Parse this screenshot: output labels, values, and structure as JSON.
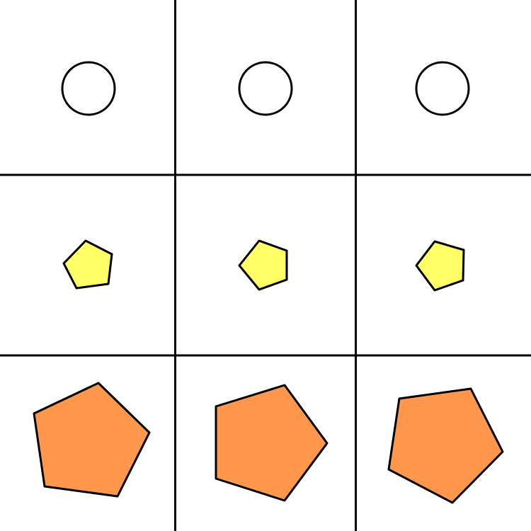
{
  "grid": {
    "rows": 3,
    "columns": 3,
    "line_color": "#000000",
    "background": "#ffffff"
  },
  "cells": [
    {
      "row": 1,
      "col": 1,
      "shape": "circle",
      "fill": "none",
      "stroke": "#000000"
    },
    {
      "row": 1,
      "col": 2,
      "shape": "circle",
      "fill": "none",
      "stroke": "#000000"
    },
    {
      "row": 1,
      "col": 3,
      "shape": "circle",
      "fill": "none",
      "stroke": "#000000"
    },
    {
      "row": 2,
      "col": 1,
      "shape": "pentagon",
      "fill": "#ffff66",
      "stroke": "#000000"
    },
    {
      "row": 2,
      "col": 2,
      "shape": "pentagon",
      "fill": "#ffff66",
      "stroke": "#000000"
    },
    {
      "row": 2,
      "col": 3,
      "shape": "pentagon",
      "fill": "#ffff66",
      "stroke": "#000000"
    },
    {
      "row": 3,
      "col": 1,
      "shape": "pentagon",
      "fill": "#ff974d",
      "stroke": "#000000"
    },
    {
      "row": 3,
      "col": 2,
      "shape": "pentagon",
      "fill": "#ff974d",
      "stroke": "#000000"
    },
    {
      "row": 3,
      "col": 3,
      "shape": "pentagon",
      "fill": "#ff974d",
      "stroke": "#000000"
    }
  ]
}
